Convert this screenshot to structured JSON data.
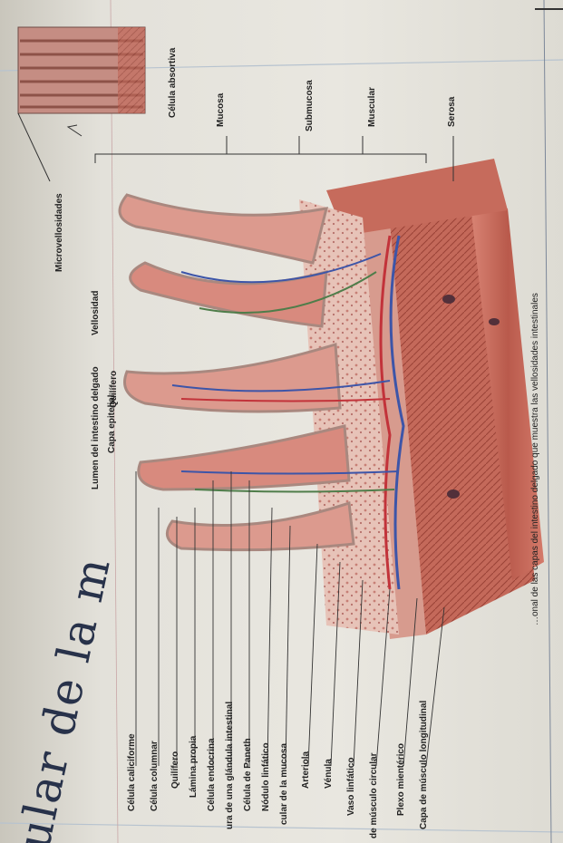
{
  "handwriting": "ular de la m",
  "labels_left": [
    "Célula caliciforme",
    "Célula columnar",
    "Quilífero",
    "Lámina propia",
    "Célula endocrina",
    "ura de una glándula intestinal",
    "Célula de Paneth",
    "Nódulo linfático",
    "cular de la mucosa",
    "Arteriola",
    "Vénula",
    "Vaso linfático",
    "de músculo circular",
    "Plexo mientérico",
    "Capa de músculo longitudinal"
  ],
  "labels_top": [
    "Lumen del intestino delgado",
    "Capa epitelial",
    "Quilífero",
    "Vellosidad"
  ],
  "labels_right": [
    "Microvellosidades",
    "Célula absortiva",
    "Mucosa",
    "Submucosa",
    "Muscular",
    "Serosa"
  ],
  "caption": "…onal de las capas del intestino delgado que muestra las vellosidades intestinales",
  "colors": {
    "tissue": "#d98b80",
    "tissue_dark": "#b8574f",
    "muscle": "#c66b5c",
    "vein": "#3d55a8",
    "artery": "#c2333a",
    "lymph": "#4f7d4a",
    "paper": "#e7e5de",
    "ink": "#28324a"
  }
}
